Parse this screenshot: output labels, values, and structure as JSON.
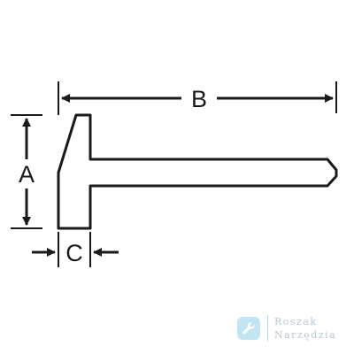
{
  "diagram": {
    "labels": {
      "a": "A",
      "b": "B",
      "c": "C"
    },
    "colors": {
      "stroke": "#1a1a1a",
      "background": "#ffffff",
      "watermark_badge": "#8fd0ea",
      "watermark_text": "#7a9aa8"
    }
  },
  "watermark": {
    "line1": "Roszak",
    "line2": "Narzędzia",
    "icon": "wrench-icon"
  }
}
